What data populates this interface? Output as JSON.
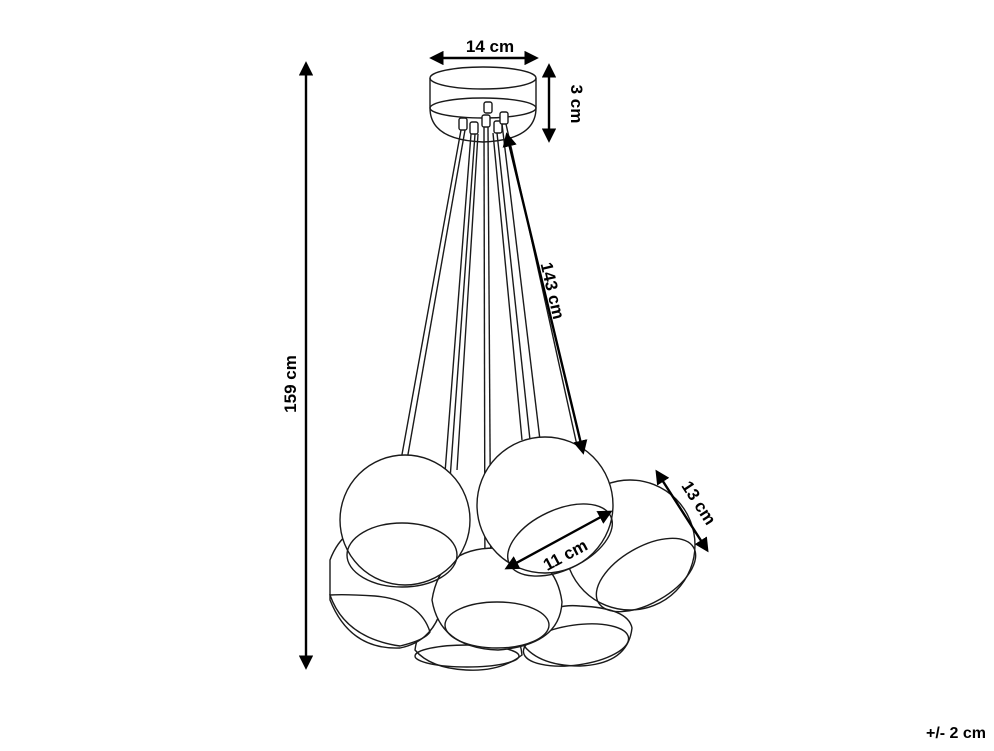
{
  "dimensions": {
    "canopy_width": "14 cm",
    "canopy_height": "3 cm",
    "cable_length": "143 cm",
    "total_height": "159 cm",
    "shade_diameter": "13 cm",
    "shade_opening": "11 cm",
    "tolerance": "+/- 2 cm"
  },
  "colors": {
    "line": "#1a1a1a",
    "background": "#ffffff"
  }
}
